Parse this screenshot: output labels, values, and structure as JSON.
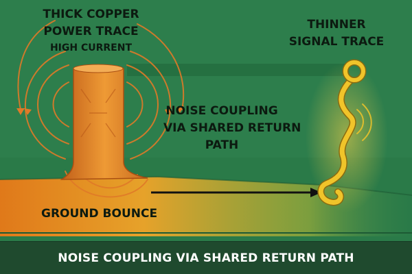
{
  "power_trace": {
    "title_line1": "THICK COPPER",
    "title_line2": "POWER TRACE",
    "subtitle": "HIGH CURRENT"
  },
  "signal_trace": {
    "title_line1": "THINNER",
    "title_line2": "SIGNAL TRACE"
  },
  "coupling": {
    "line1": "NOISE COUPLING",
    "line2": "VIA SHARED RETURN",
    "line3": "PATH"
  },
  "ground": {
    "label": "GROUND BOUNCE"
  },
  "banner": {
    "text": "NOISE COUPLING VIA SHARED RETURN PATH"
  },
  "colors": {
    "board_green": "#2a7a48",
    "copper": "#d9761f",
    "signal_gold": "#f0c42a",
    "banner": "#1f4a2e"
  }
}
